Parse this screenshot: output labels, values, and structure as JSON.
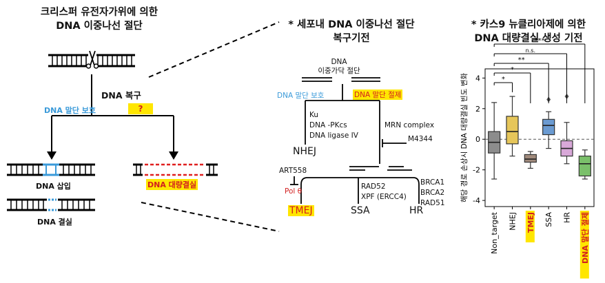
{
  "left": {
    "title_line1": "크리스퍼 유전자가위에 의한",
    "title_line2": "DNA 이중나선 절단",
    "repair_label": "DNA 복구",
    "end_protection": "DNA 말단 보호",
    "unknown": "?",
    "insertion": "DNA 삽입",
    "large_deletion": "DNA 대량결실",
    "deletion": "DNA 결실"
  },
  "middle": {
    "title_line1": "* 세포내 DNA 이중나선 절단",
    "title_line2": "복구기전",
    "dsb_line1": "DNA",
    "dsb_line2": "이중가닥 절단",
    "end_protection": "DNA 말단 보호",
    "end_resection": "DNA 말단 절제",
    "nhej_factors": [
      "Ku",
      "DNA -PKcs",
      "DNA ligase IV"
    ],
    "nhej": "NHEJ",
    "mrn": "MRN complex",
    "m4344": "M4344",
    "art558": "ART558",
    "pol_theta": "Pol θ",
    "ssa_factors": [
      "RAD52",
      "XPF (ERCC4)"
    ],
    "hr_factors": [
      "BRCA1",
      "BRCA2",
      "RAD51"
    ],
    "tmej": "TMEJ",
    "ssa": "SSA",
    "hr": "HR"
  },
  "right": {
    "title_line1": "* 카스9 뉴클리아제에 의한",
    "title_line2": "DNA 대량결실 생성 기전"
  },
  "chart_data": {
    "type": "box",
    "ylabel": "해당 경로 손상시 DNA 대량결실 빈도 변화",
    "yticks": [
      -4,
      -2,
      0,
      2,
      4
    ],
    "ylim": [
      -4.4,
      4.6
    ],
    "categories": [
      "Non_target",
      "NHEJ",
      "TMEJ",
      "SSA",
      "HR",
      "DNA 말단 절제"
    ],
    "highlighted_categories": [
      "TMEJ",
      "DNA 말단 절제"
    ],
    "colors": [
      "#8c8c8c",
      "#e6c65a",
      "#a08a7c",
      "#6b9bd2",
      "#d8a8d8",
      "#7ac06a"
    ],
    "boxes": [
      {
        "whisker_low": -2.6,
        "q1": -0.9,
        "median": -0.2,
        "q3": 0.5,
        "whisker_high": 2.4
      },
      {
        "whisker_low": -1.1,
        "q1": -0.3,
        "median": 0.5,
        "q3": 1.5,
        "whisker_high": 2.8
      },
      {
        "whisker_low": -1.9,
        "q1": -1.5,
        "median": -1.3,
        "q3": -1.0,
        "whisker_high": -0.8
      },
      {
        "whisker_low": -0.6,
        "q1": 0.3,
        "median": 0.9,
        "q3": 1.3,
        "whisker_high": 1.8
      },
      {
        "whisker_low": -1.6,
        "q1": -1.1,
        "median": -0.6,
        "q3": -0.1,
        "whisker_high": 1.1
      },
      {
        "whisker_low": -2.6,
        "q1": -2.4,
        "median": -1.6,
        "q3": -1.1,
        "whisker_high": -0.7
      }
    ],
    "outliers": [
      {
        "category": "SSA",
        "value": 2.6
      },
      {
        "category": "HR",
        "value": 2.8
      }
    ],
    "significance": [
      {
        "from": "Non_target",
        "to": "NHEJ",
        "label": "*"
      },
      {
        "from": "Non_target",
        "to": "TMEJ",
        "label": "*"
      },
      {
        "from": "Non_target",
        "to": "SSA",
        "label": "**"
      },
      {
        "from": "Non_target",
        "to": "HR",
        "label": "n.s."
      },
      {
        "from": "Non_target",
        "to": "DNA 말단 절제",
        "label": "***"
      }
    ]
  }
}
